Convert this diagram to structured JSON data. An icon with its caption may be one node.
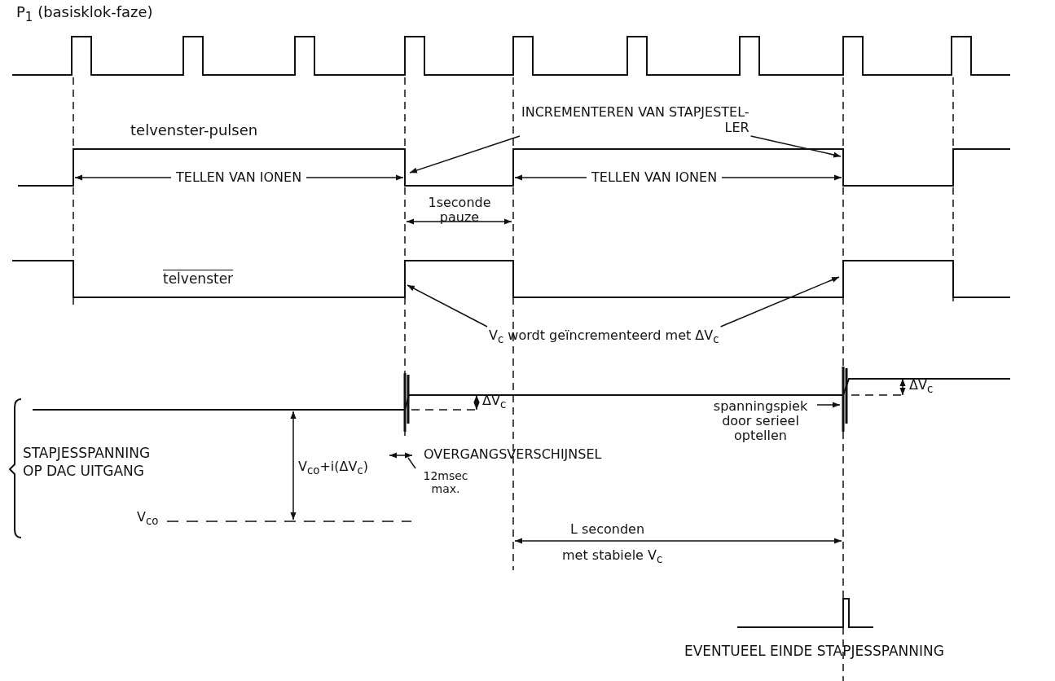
{
  "diagram": {
    "nodes": [
      {
        "text": [
          "INCREMENTEREN VAN STAPJESTEL- LER"
        ]
      },
      {
        "text": [
          "V$_{c}$ wordt geïncrementeerd met ΔV$_{c}$"
        ]
      },
      {
        "text": [
          "spanningspiek door serieel optellen"
        ]
      },
      {
        "text": [
          "12msec max."
        ]
      }
    ],
    "edges": [
      {
        "from": 0,
        "to": null,
        "arrow": "to"
      },
      {
        "from": 0,
        "to": null,
        "arrow": "to"
      },
      {
        "from": 1,
        "to": null,
        "arrow": "to"
      },
      {
        "from": 1,
        "to": null,
        "arrow": "to"
      },
      {
        "from": 2,
        "to": null,
        "arrow": "to"
      },
      {
        "from": 3,
        "to": null,
        "arrow": "none"
      }
    ],
    "labels": [
      "P$_{1}$ (basisklok-faze)",
      "telvenster-pulsen",
      "TELLEN VAN IONEN",
      "TELLEN VAN IONEN",
      "1seconde pauze",
      "telvenster",
      "ΔV$_{c}$",
      "OVERGANGSVERSCHIJNSEL",
      "ΔV$_{c}$",
      "STAPJESSPANNING OP DAC UITGANG",
      "V$_{co}$+i(ΔV$_{c}$)",
      "V$_{co}$",
      "L seconden",
      "met stabiele V$_{c}$",
      "EVENTUEEL EINDE STAPJESSPANNING"
    ]
  }
}
